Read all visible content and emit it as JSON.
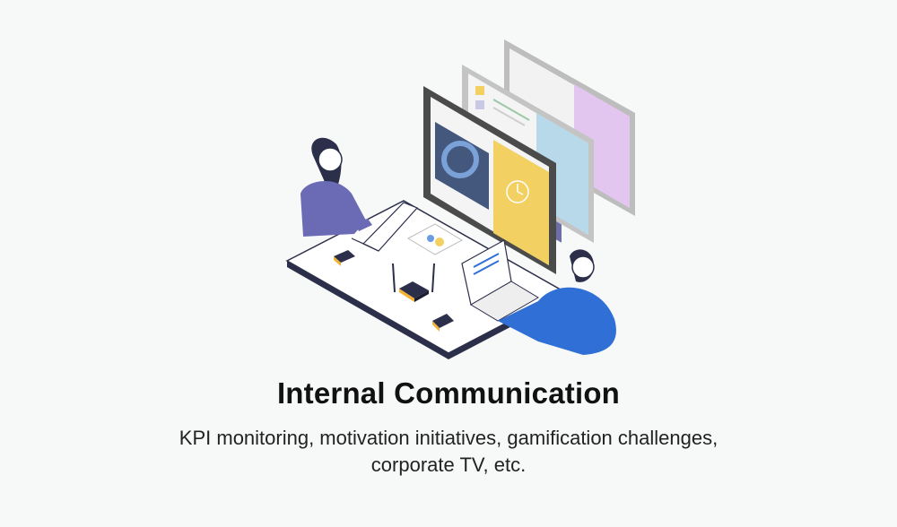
{
  "heading": "Internal Communication",
  "description": {
    "line1": "KPI monitoring, motivation initiatives, gamification challenges,",
    "line2": "corporate TV, etc."
  },
  "colors": {
    "background": "#f7f9f9",
    "accent_blue": "#2f6fd6",
    "accent_purple": "#6b6bb5",
    "accent_yellow": "#f2d162",
    "dark_navy": "#2c2f4a"
  },
  "icons": [
    "clock-icon",
    "router-icon",
    "laptop-icon",
    "dongle-icon"
  ]
}
